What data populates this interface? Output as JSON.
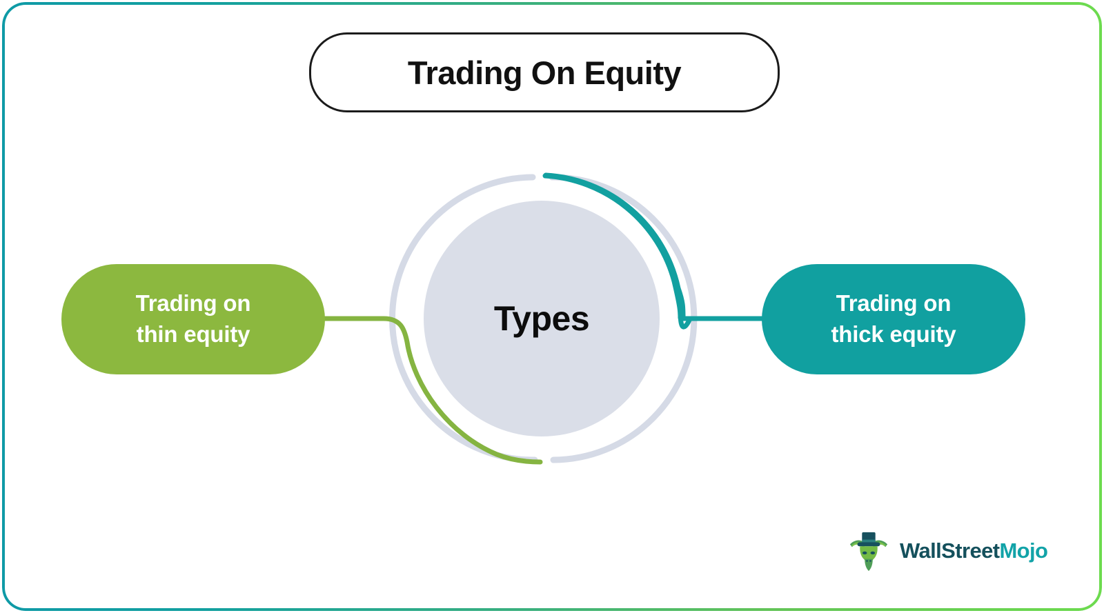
{
  "page": {
    "title": "Trading On Equity",
    "border_gradient_start": "#0f9aa6",
    "border_gradient_end": "#6ddb4f",
    "background": "#ffffff"
  },
  "diagram": {
    "type": "mind-map",
    "hub": {
      "label": "Types",
      "fill": "#dadee8",
      "ring_color": "#d5dae6",
      "text_color": "#0c0c0c"
    },
    "branches": [
      {
        "id": "thin-equity",
        "label": "Trading on thin equity",
        "line1": "Trading on",
        "line2": "thin equity",
        "color": "#8cb83f",
        "text_color": "#ffffff",
        "side": "left"
      },
      {
        "id": "thick-equity",
        "label": "Trading on thick equity",
        "line1": "Trading on",
        "line2": "thick equity",
        "color": "#11a0a0",
        "text_color": "#ffffff",
        "side": "right"
      }
    ]
  },
  "logo": {
    "brand_part1": "WallStreet",
    "brand_part2": "Mojo",
    "part1_color": "#14505c",
    "part2_color": "#12a3a8",
    "mark": "bull-with-tophat-icon"
  }
}
